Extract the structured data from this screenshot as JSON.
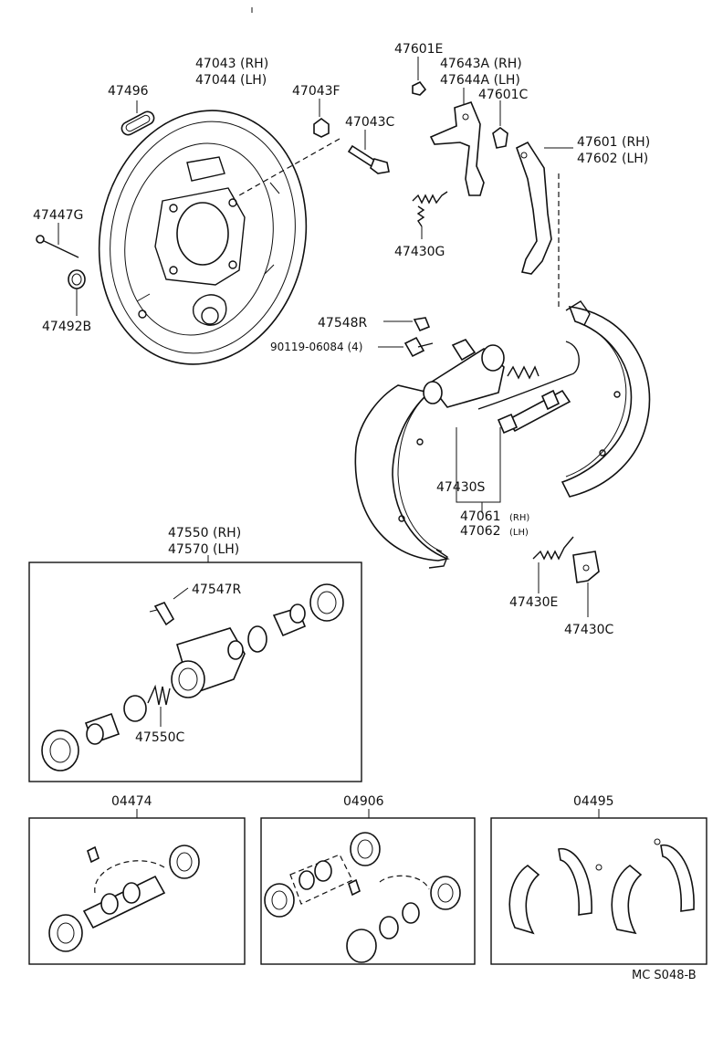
{
  "labels": {
    "p47496": "47496",
    "p47043": "47043 (RH)",
    "p47044": "47044 (LH)",
    "p47043F": "47043F",
    "p47601E": "47601E",
    "p47643A": "47643A (RH)",
    "p47644A": "47644A (LH)",
    "p47601C": "47601C",
    "p47043C": "47043C",
    "p47601": "47601 (RH)",
    "p47602": "47602 (LH)",
    "p47447G": "47447G",
    "p47430G": "47430G",
    "p47492B": "47492B",
    "p47548R": "47548R",
    "p90119": "90119-06084 (4)",
    "p47430S": "47430S",
    "p47061": "47061",
    "p47062": "47062",
    "rh_small": "(RH)",
    "lh_small": "(LH)",
    "p47550": "47550 (RH)",
    "p47570": "47570 (LH)",
    "p47547R": "47547R",
    "p47550C": "47550C",
    "p47430E": "47430E",
    "p47430C": "47430C",
    "kit04474": "04474",
    "kit04906": "04906",
    "kit04495": "04495",
    "figure_code": "MC S048-B"
  }
}
